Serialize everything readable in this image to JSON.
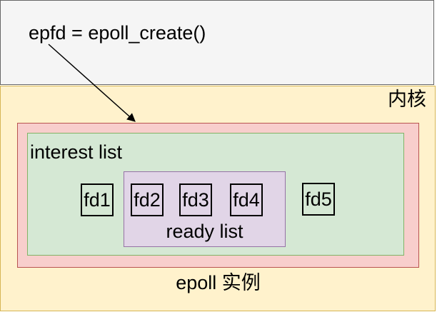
{
  "user_space": {
    "code": "epfd = epoll_create()"
  },
  "kernel": {
    "label": "内核",
    "epoll_instance": {
      "label": "epoll 实例",
      "interest_list": {
        "label": "interest list",
        "fds": [
          "fd1",
          "fd2",
          "fd3",
          "fd4",
          "fd5"
        ]
      },
      "ready_list": {
        "label": "ready list",
        "fds": [
          "fd2",
          "fd3",
          "fd4"
        ]
      }
    }
  },
  "arrow": {
    "name": "epoll-create-to-instance-arrow",
    "color": "#000000"
  },
  "colors": {
    "user_space_fill": "#f5f5f5",
    "user_space_border": "#666666",
    "kernel_fill": "#fff2cc",
    "kernel_border": "#d6b656",
    "epoll_instance_fill": "#f8cecc",
    "epoll_instance_border": "#b85450",
    "interest_list_fill": "#d5e8d4",
    "interest_list_border": "#82b366",
    "ready_list_fill": "#e1d5e7",
    "ready_list_border": "#9673a6",
    "fd_border": "#000000",
    "text": "#000000"
  }
}
